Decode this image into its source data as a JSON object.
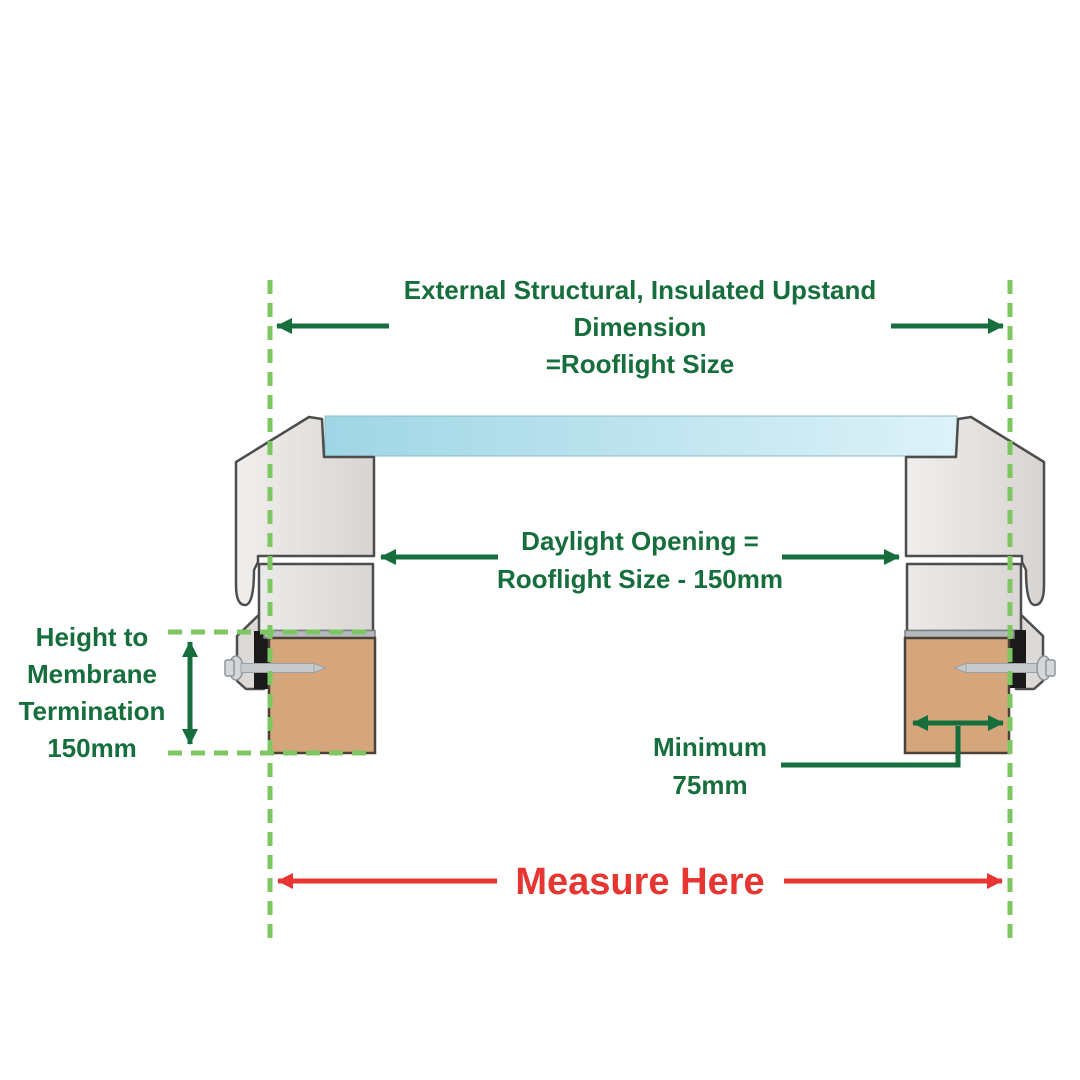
{
  "diagram_title": "Rooflight upstand measurement cross-section",
  "labels": {
    "upstand_dimension": {
      "lines": [
        "External Structural, Insulated Upstand",
        "Dimension",
        "=Rooflight Size"
      ]
    },
    "daylight_opening": {
      "lines": [
        "Daylight Opening =",
        "Rooflight Size - 150mm"
      ]
    },
    "membrane_height": {
      "lines": [
        "Height to",
        "Membrane",
        "Termination",
        "150mm"
      ]
    },
    "minimum_width": {
      "lines": [
        "Minimum",
        "75mm"
      ]
    },
    "measure_here": "Measure Here"
  },
  "measurements_shown": {
    "height_to_membrane_termination": "150mm",
    "daylight_opening_offset": "150mm",
    "minimum_timber_width": "75mm"
  },
  "colors": {
    "label_green": "#156e3b",
    "arrow_green": "#156e3b",
    "dashed_guide_green": "#7dc661",
    "measure_red": "#e73632",
    "glass_blue_left": "#9fd6e5",
    "glass_blue_right": "#ddf2f8",
    "frame_grey": "#e7e4e1",
    "timber_brown": "#d5a67c",
    "membrane_black": "#1a1a1a",
    "sill_grey": "#b5b9bb"
  }
}
